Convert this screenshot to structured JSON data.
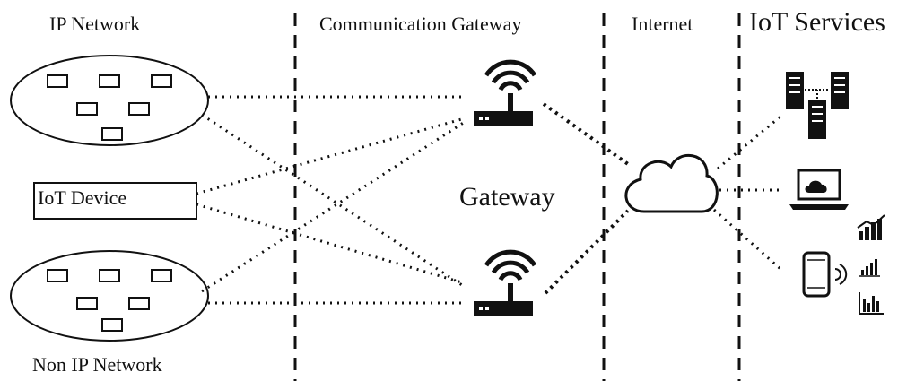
{
  "sections": {
    "ip_network": "IP Network",
    "communication_gateway": "Communication Gateway",
    "internet": "Internet",
    "iot_services": "IoT Services"
  },
  "nodes": {
    "iot_device": "IoT Device",
    "non_ip_network": "Non IP Network",
    "gateway": "Gateway"
  },
  "icons": {
    "router": "router-wifi-icon",
    "cloud": "cloud-icon",
    "servers": "server-cluster-icon",
    "laptop": "laptop-cloud-icon",
    "phone": "smartphone-icon",
    "charts": "bar-chart-icon"
  },
  "colors": {
    "stroke": "#111111",
    "background": "#ffffff"
  }
}
